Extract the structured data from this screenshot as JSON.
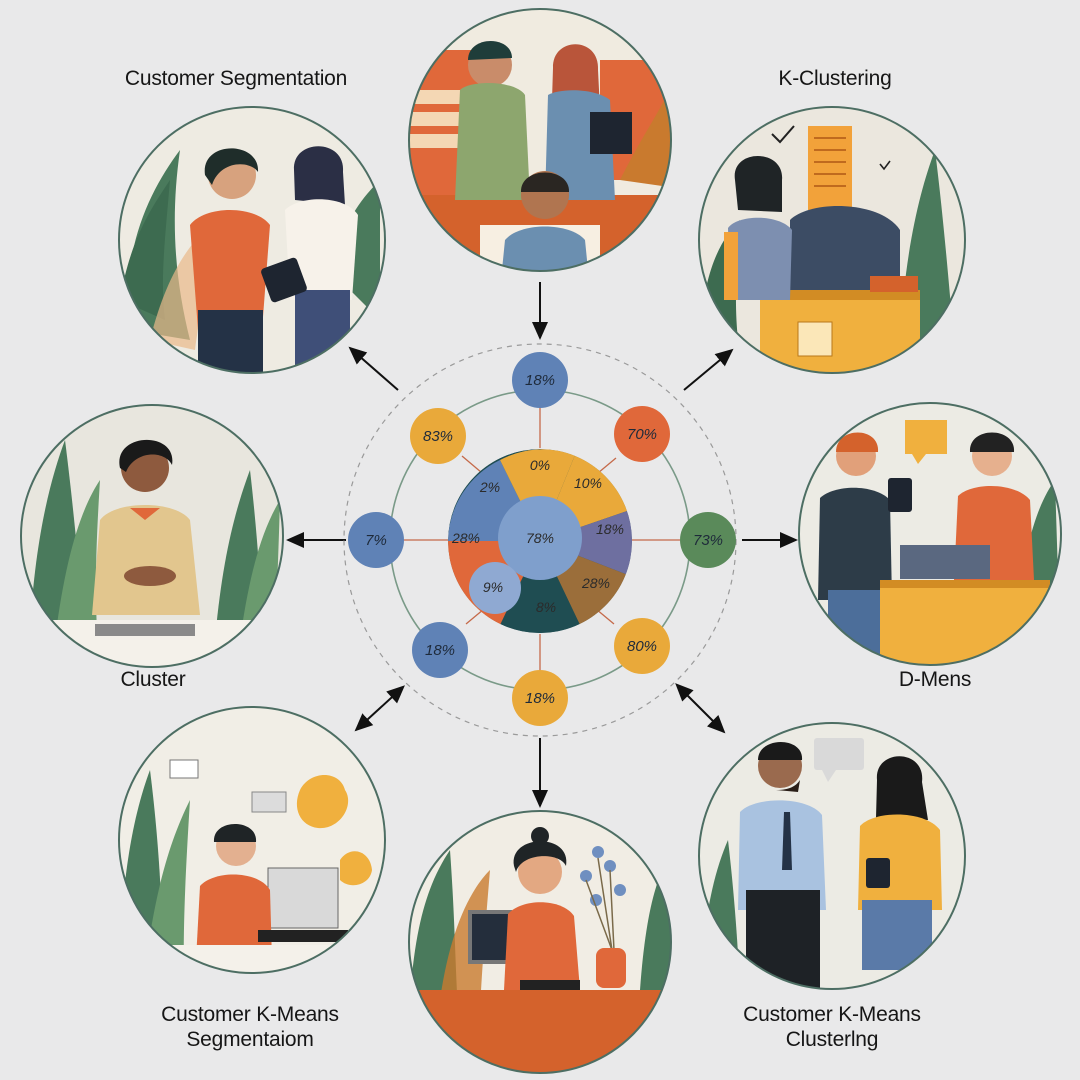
{
  "labels": {
    "top_left": "Customer Segmentation",
    "top_right": "K-Clustering",
    "mid_left": "Cluster",
    "mid_right": "D-Mens",
    "bottom_left_line1": "Customer K-Means",
    "bottom_left_line2": "Segmentaiom",
    "bottom_right_line1": "Customer K-Means",
    "bottom_right_line2": "Clusterlng"
  },
  "hub": {
    "core_segments": [
      "0%",
      "10%",
      "2%",
      "18%",
      "28%",
      "28%",
      "9%",
      "8%"
    ],
    "core_center": "78%",
    "nodes": [
      {
        "id": "top",
        "text": "18%",
        "color": "#5f82b6"
      },
      {
        "id": "top-right",
        "text": "70%",
        "color": "#e0683a"
      },
      {
        "id": "right",
        "text": "73%",
        "color": "#5a8a5a"
      },
      {
        "id": "bottom-right",
        "text": "80%",
        "color": "#e9a93a"
      },
      {
        "id": "bottom",
        "text": "18%",
        "color": "#e9a93a"
      },
      {
        "id": "bottom-left",
        "text": "18%",
        "color": "#5f82b6"
      },
      {
        "id": "left",
        "text": "7%",
        "color": "#5f82b6"
      },
      {
        "id": "top-left",
        "text": "83%",
        "color": "#e9a93a"
      }
    ]
  },
  "colors": {
    "background": "#e9e9ea",
    "orange": "#e0683a",
    "amber": "#e9a93a",
    "blue": "#5f82b6",
    "green": "#5a8a5a",
    "plant": "#4a7a5c",
    "ring": "#4d6e63"
  }
}
